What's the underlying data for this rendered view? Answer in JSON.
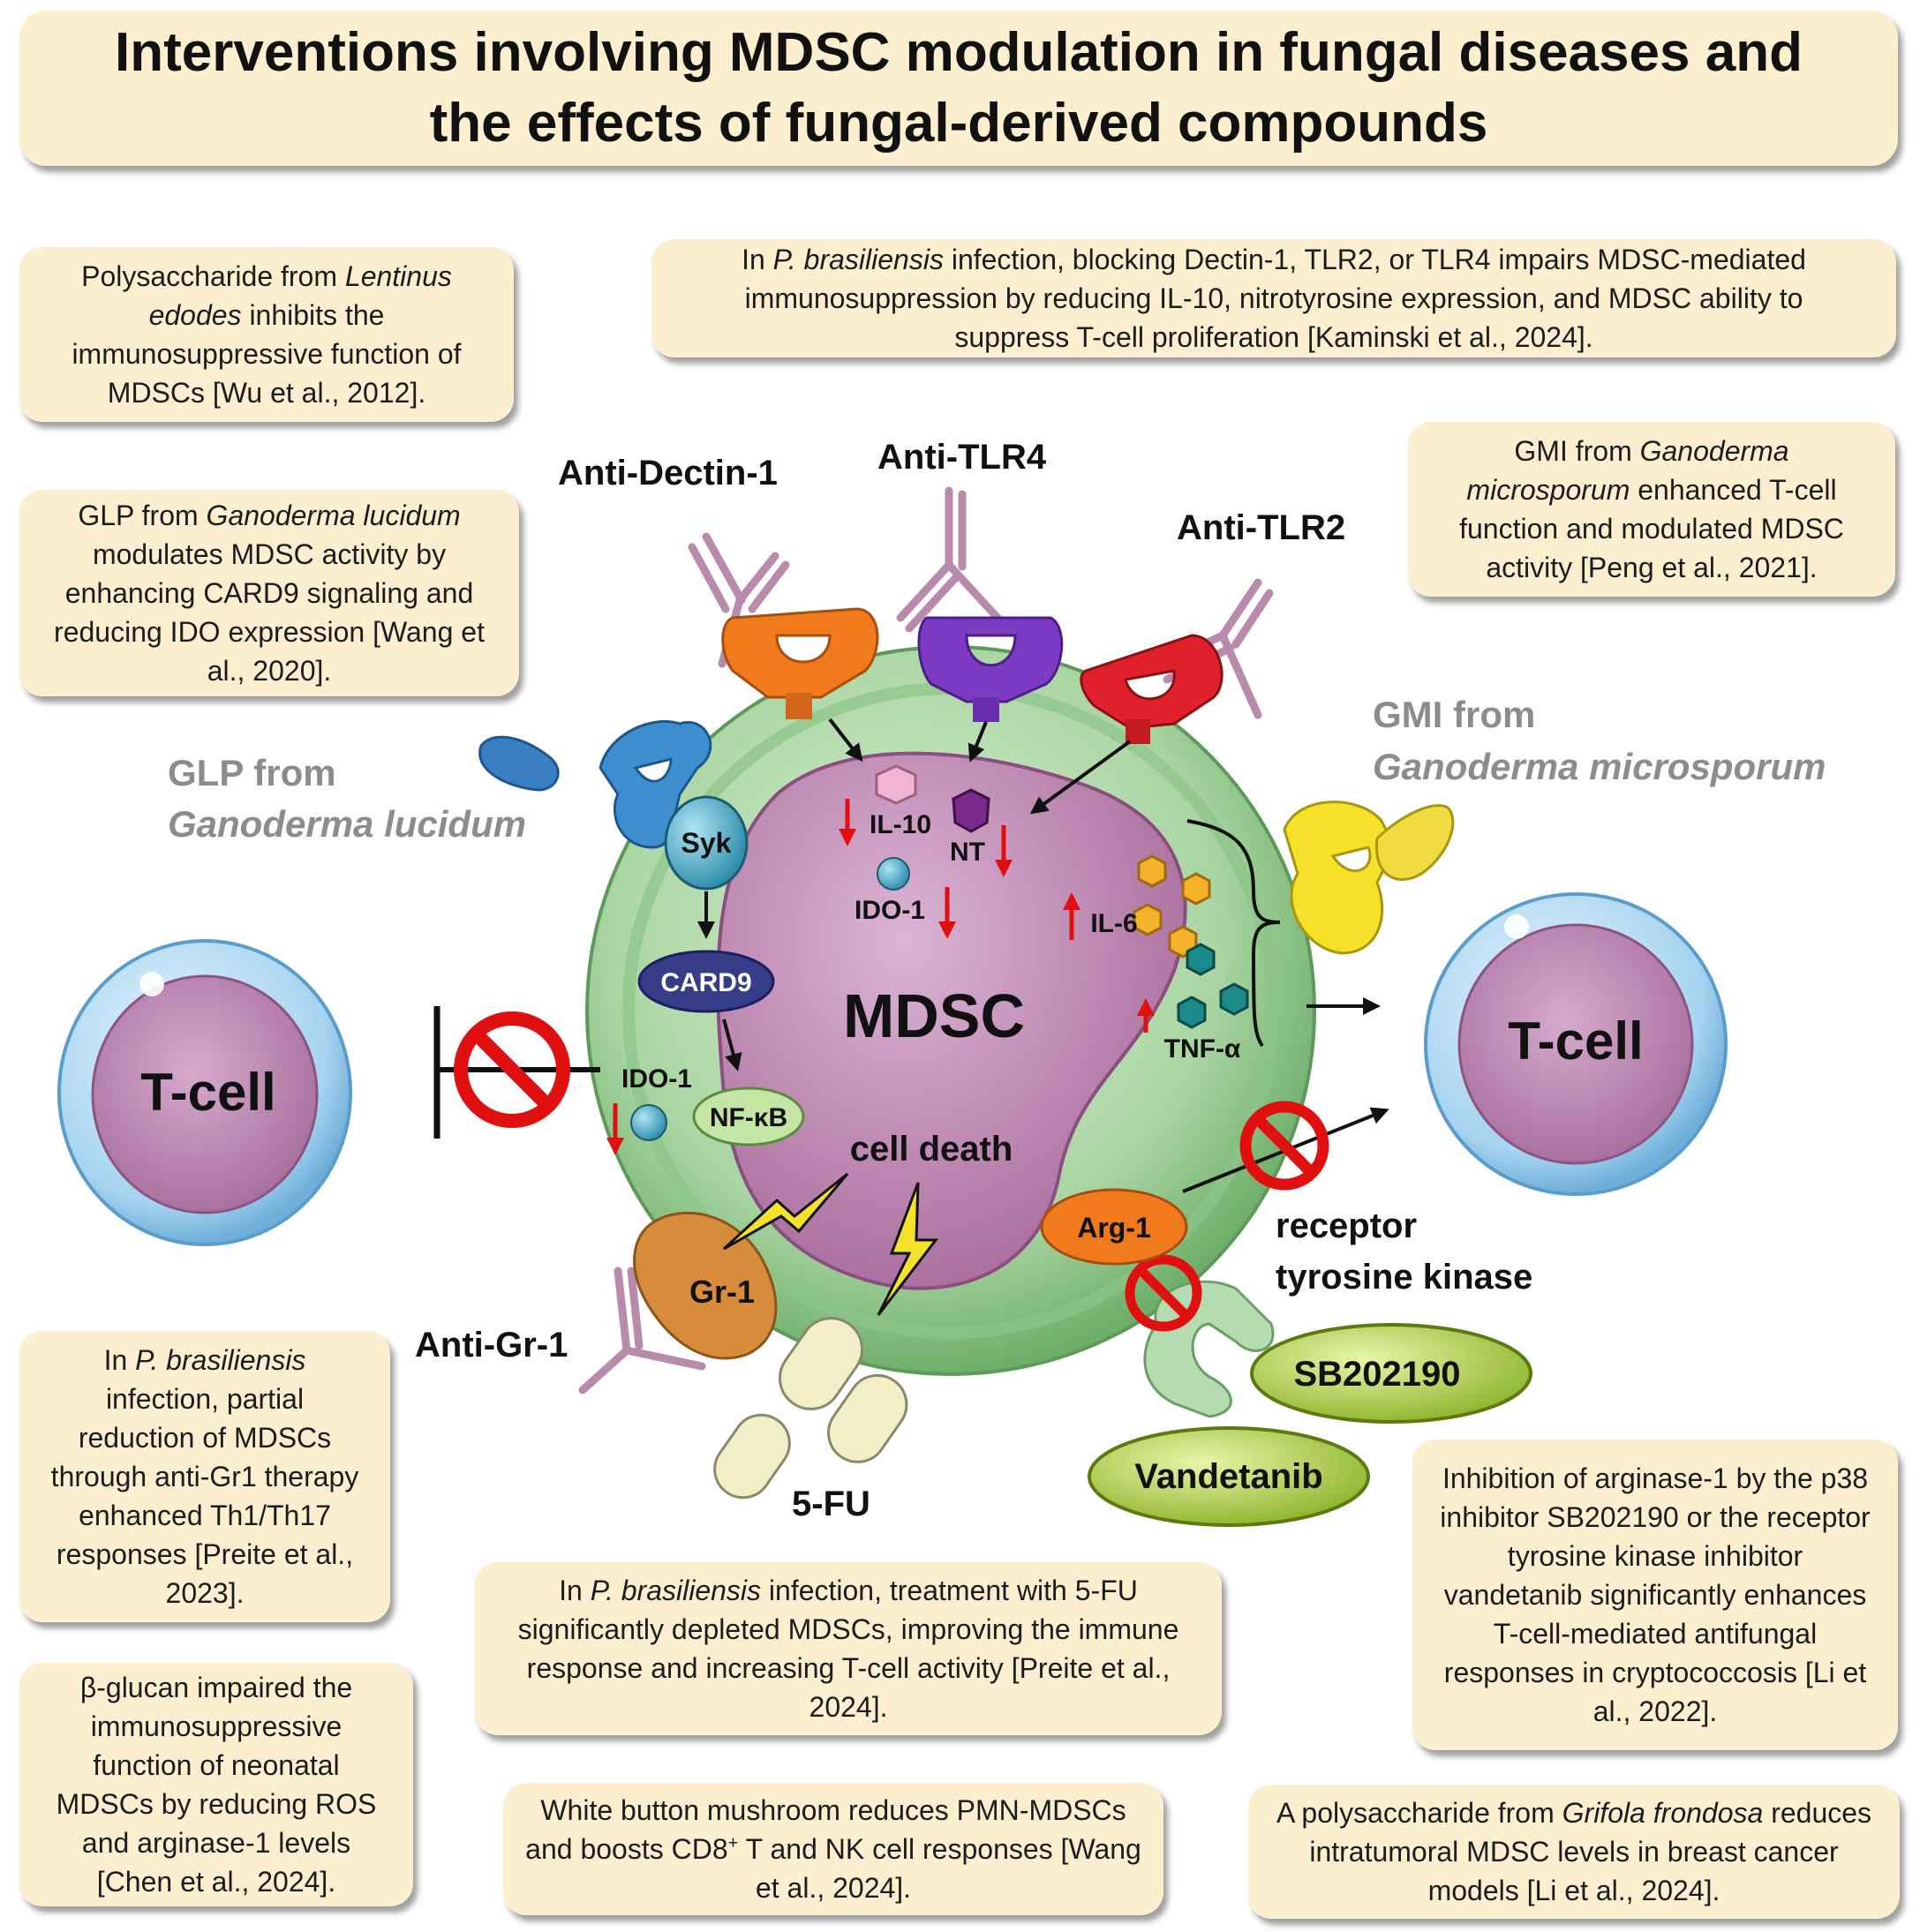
{
  "title": {
    "line1": "Interventions involving MDSC modulation in fungal diseases and",
    "line2": "the effects of fungal-derived compounds"
  },
  "boxes": {
    "lentinus": {
      "t1": "Polysaccharide from ",
      "it1": "Lentinus edodes",
      "t2": " inhibits the immunosuppressive function of MDSCs [Wu et al., 2012]."
    },
    "glp": {
      "t1": "GLP from ",
      "it1": "Ganoderma lucidum",
      "t2": " modulates MDSC activity by enhancing CARD9 signaling and reducing IDO expression [Wang et al., 2020]."
    },
    "kaminski": {
      "t1": "In ",
      "it1": "P. brasiliensis",
      "t2": " infection, blocking Dectin-1, TLR2, or TLR4 impairs MDSC-mediated immunosuppression by reducing IL-10, nitrotyrosine expression, and MDSC ability to suppress T-cell proliferation [Kaminski et al., 2024]."
    },
    "gmi": {
      "t1": "GMI from ",
      "it1": "Ganoderma microsporum",
      "t2": " enhanced T-cell function and modulated MDSC activity [Peng et al., 2021]."
    },
    "gr1": {
      "t1": "In ",
      "it1": "P. brasiliensis",
      "t2": " infection, partial reduction of MDSCs through anti-Gr1 therapy enhanced Th1/Th17 responses [Preite et al., 2023]."
    },
    "fu": {
      "t1": "In ",
      "it1": "P. brasiliensis",
      "t2": " infection, treatment with 5-FU significantly depleted MDSCs, improving the immune response and increasing T-cell activity [Preite et al., 2024]."
    },
    "arginase": {
      "t1": "Inhibition of arginase-1 by the p38 inhibitor SB202190 or the receptor tyrosine kinase inhibitor vandetanib significantly enhances T-cell-mediated antifungal responses in cryptococcosis [Li et al., 2022]."
    },
    "glucan": {
      "t1": "β-glucan impaired the immunosuppressive function of neonatal MDSCs by reducing ROS and arginase-1 levels [Chen et al., 2024]."
    },
    "mushroom": {
      "t1": "White button mushroom reduces PMN-MDSCs and boosts CD8",
      "sup": "+",
      "t2": " T and NK cell responses [Wang et al., 2024]."
    },
    "grifola": {
      "t1": "A polysaccharide from ",
      "it1": "Grifola frondosa",
      "t2": " reduces intratumoral MDSC levels in breast cancer models [Li et al., 2024]."
    }
  },
  "labels": {
    "anti_dectin": "Anti-Dectin-1",
    "anti_tlr4": "Anti-TLR4",
    "anti_tlr2": "Anti-TLR2",
    "glp_from": "GLP from",
    "ganoderma_lucidum": "Ganoderma lucidum",
    "gmi_from": "GMI from",
    "ganoderma_microsporum": "Ganoderma microsporum",
    "anti_gr1": "Anti-Gr-1",
    "five_fu": "5-FU",
    "receptor_line1": "receptor",
    "receptor_line2": "tyrosine kinase"
  },
  "cell": {
    "mdsc": "MDSC",
    "syk": "Syk",
    "card9": "CARD9",
    "nfkb": "NF-κB",
    "ido1_a": "IDO-1",
    "ido1_b": "IDO-1",
    "il10": "IL-10",
    "nt": "NT",
    "il6": "IL-6",
    "tnfa": "TNF-α",
    "cell_death": "cell death",
    "gr1": "Gr-1",
    "arg1": "Arg-1",
    "tcell_left": "T-cell",
    "tcell_right": "T-cell"
  },
  "drugs": {
    "sb202190": "SB202190",
    "vandetanib": "Vandetanib"
  },
  "colors": {
    "box_fill": "#fcefd0",
    "outer_cell": "#a7d3a0",
    "mdsc_nucleus": "#c48ab7",
    "tcell_membrane": "#a9d4f0",
    "tcell_nucleus": "#c390b9",
    "receptor_orange": "#f07a1c",
    "receptor_purple": "#7d3bc4",
    "receptor_red": "#e0202a",
    "receptor_blue": "#3f8fd0",
    "receptor_yellow": "#f5e02a",
    "down_arrow": "#e01010",
    "prohibition": "#e01010"
  }
}
